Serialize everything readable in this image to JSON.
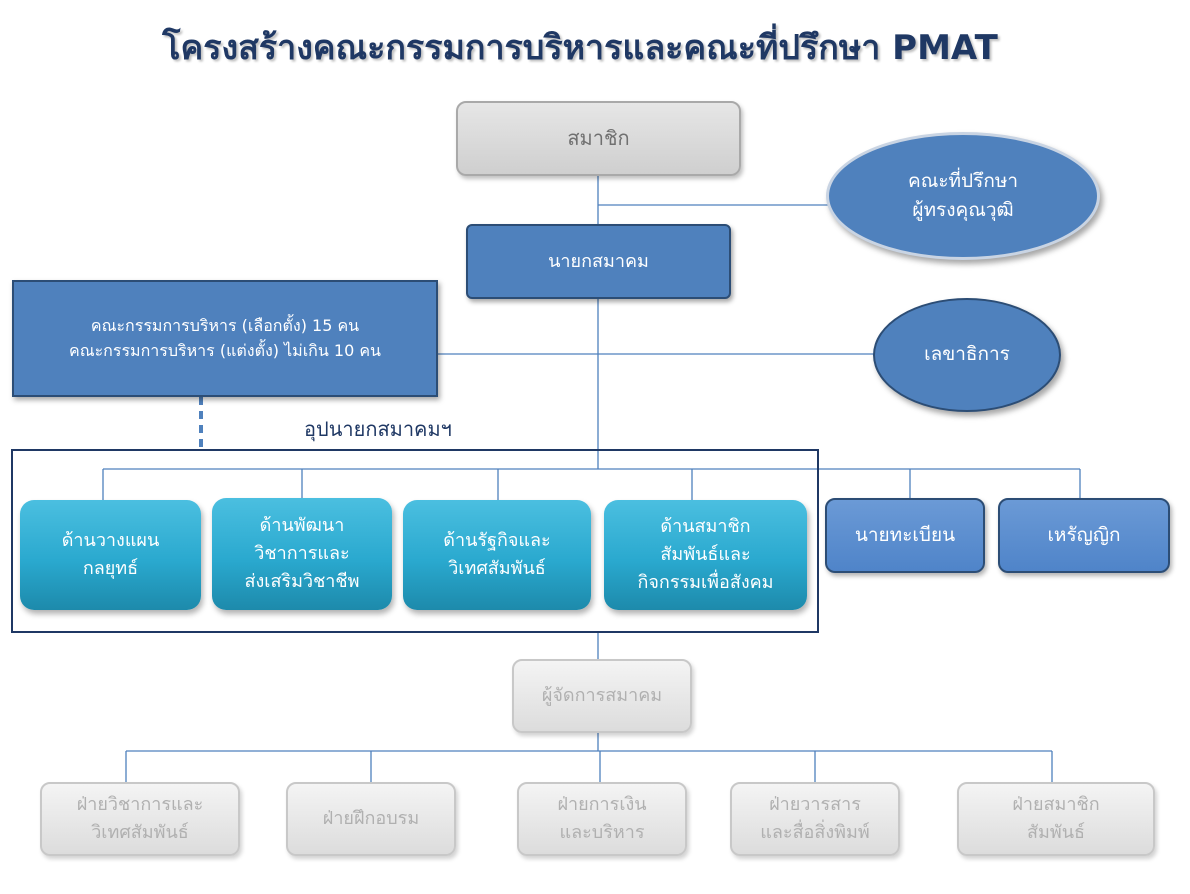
{
  "title": "โครงสร้างคณะกรรมการบริหารและคณะที่ปรึกษา PMAT",
  "nodes": {
    "members": "สมาชิก",
    "advisory": "คณะที่ปรึกษา\nผู้ทรงคุณวุฒิ",
    "president": "นายกสมาคม",
    "committee": "คณะกรรมการบริหาร (เลือกตั้ง) 15 คน\nคณะกรรมการบริหาร (แต่งตั้ง) ไม่เกิน 10 คน",
    "secretary": "เลขาธิการ",
    "vice_label": "อุปนายกสมาคมฯ",
    "vice": [
      "ด้านวางแผน\nกลยุทธ์",
      "ด้านพัฒนา\nวิชาการและ\nส่งเสริมวิชาชีพ",
      "ด้านรัฐกิจและ\nวิเทศสัมพันธ์",
      "ด้านสมาชิก\nสัมพันธ์และ\nกิจกรรมเพื่อสังคม"
    ],
    "registrar": "นายทะเบียน",
    "treasurer": "เหรัญญิก",
    "manager": "ผู้จัดการสมาคม",
    "departments": [
      "ฝ่ายวิชาการและ\nวิเทศสัมพันธ์",
      "ฝ่ายฝึกอบรม",
      "ฝ่ายการเงิน\nและบริหาร",
      "ฝ่ายวารสาร\nและสื่อสิ่งพิมพ์",
      "ฝ่ายสมาชิก\nสัมพันธ์"
    ]
  },
  "colors": {
    "line": "#4f81bd",
    "title": "#1f3864",
    "blue": "#4f81bd",
    "teal": "#2aa9cf"
  }
}
